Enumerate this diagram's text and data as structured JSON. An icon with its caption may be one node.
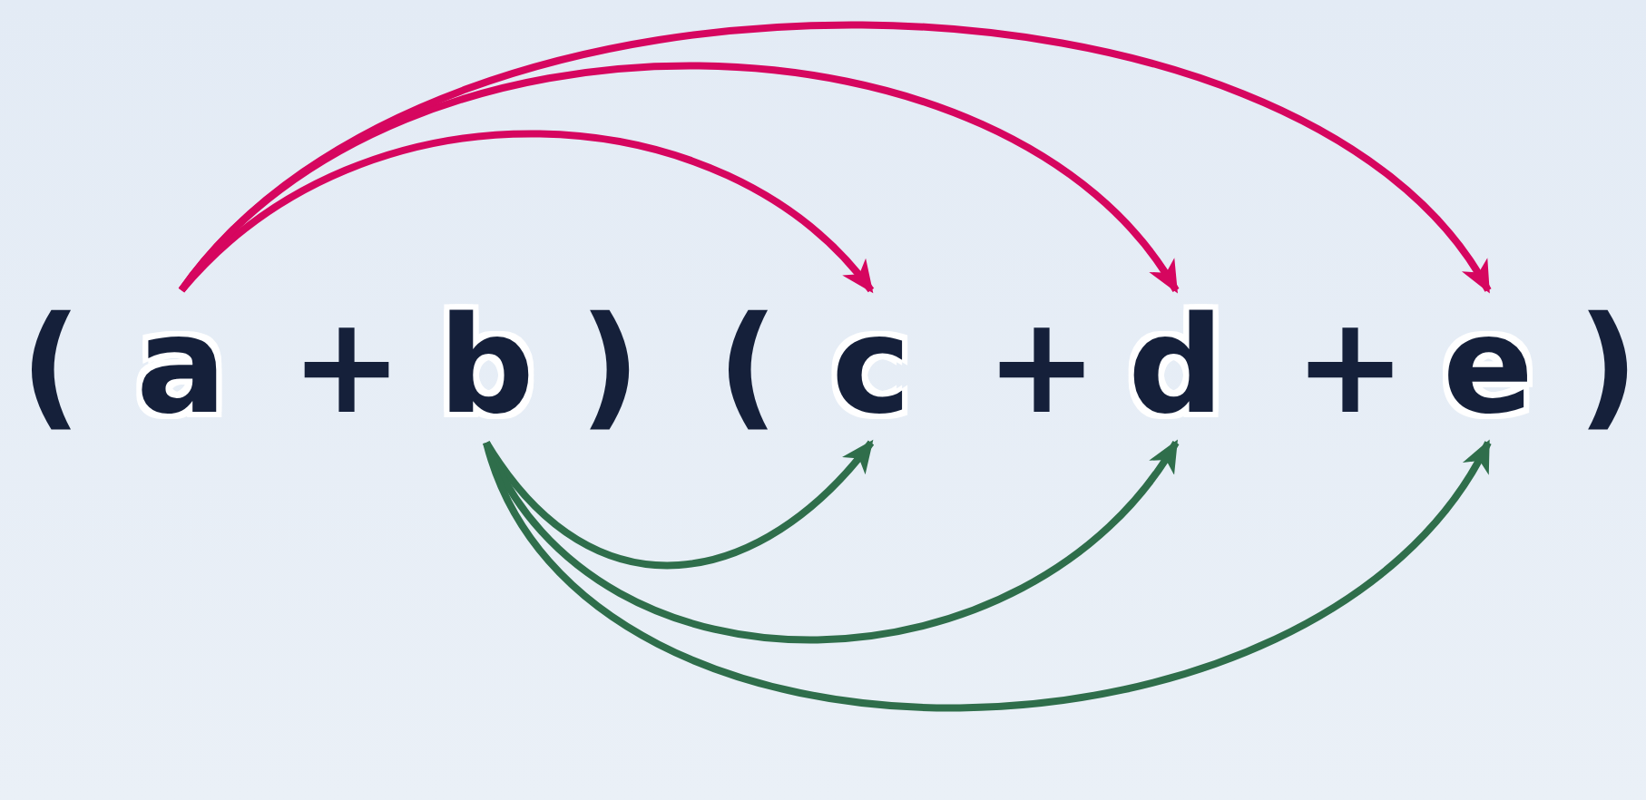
{
  "diagram": {
    "nodes": [
      {
        "text": [
          "a"
        ]
      },
      {
        "text": [
          "b"
        ]
      },
      {
        "text": [
          "c"
        ]
      },
      {
        "text": [
          "d"
        ]
      },
      {
        "text": [
          "e"
        ]
      }
    ],
    "edges": [
      {
        "from": 0,
        "to": 2,
        "arrow": "to",
        "color": "#d6065f"
      },
      {
        "from": 0,
        "to": 3,
        "arrow": "to",
        "color": "#d6065f"
      },
      {
        "from": 0,
        "to": 4,
        "arrow": "to",
        "color": "#d6065f"
      },
      {
        "from": 1,
        "to": 2,
        "arrow": "to",
        "color": "#2f6e4b"
      },
      {
        "from": 1,
        "to": 3,
        "arrow": "to",
        "color": "#2f6e4b"
      },
      {
        "from": 1,
        "to": 4,
        "arrow": "to",
        "color": "#2f6e4b"
      }
    ],
    "labels": [
      "(",
      "+",
      ")",
      "(",
      "+",
      "+",
      ")"
    ]
  }
}
